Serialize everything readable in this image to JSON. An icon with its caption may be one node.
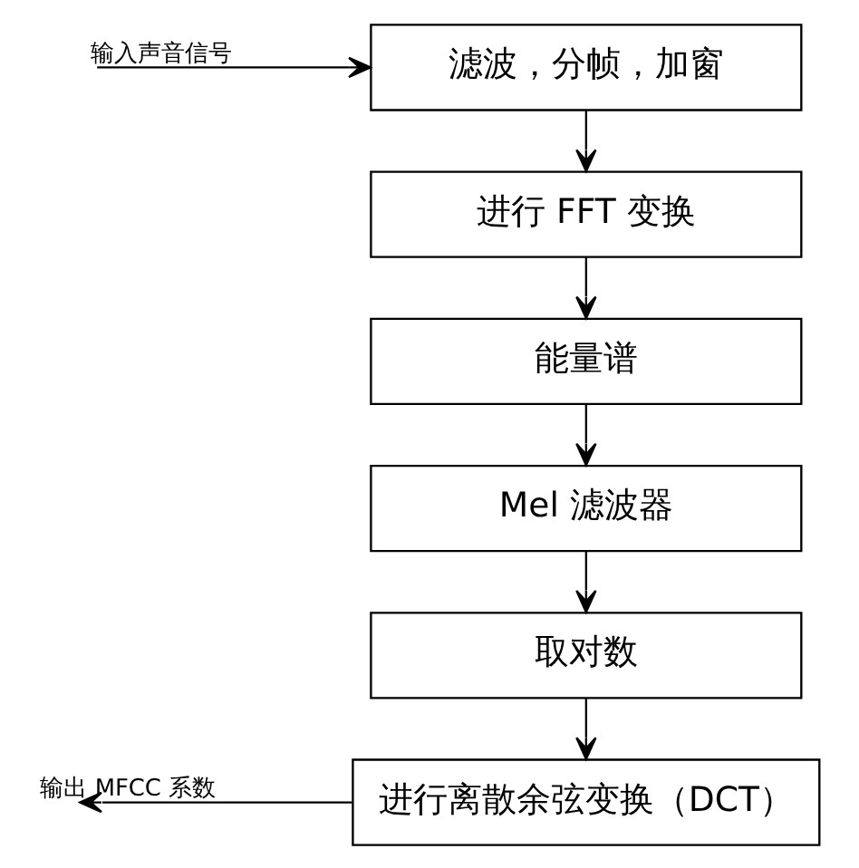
{
  "diagram": {
    "nodes": [
      {
        "text": [
          "滤波，分帧，加窗"
        ]
      },
      {
        "text": [
          "进行 FFT 变换"
        ]
      },
      {
        "text": [
          "能量谱"
        ]
      },
      {
        "text": [
          "Mel 滤波器"
        ]
      },
      {
        "text": [
          "取对数"
        ]
      },
      {
        "text": [
          "进行离散余弦变换（DCT）"
        ]
      }
    ],
    "edges": [
      {
        "from": null,
        "to": 0,
        "arrow": "to",
        "label": "输入声音信号"
      },
      {
        "from": 0,
        "to": 1,
        "arrow": "to"
      },
      {
        "from": 1,
        "to": 2,
        "arrow": "to"
      },
      {
        "from": 2,
        "to": 3,
        "arrow": "to"
      },
      {
        "from": 3,
        "to": 4,
        "arrow": "to"
      },
      {
        "from": 4,
        "to": 5,
        "arrow": "to"
      },
      {
        "from": 5,
        "to": null,
        "arrow": "to",
        "label": "输出 MFCC 系数"
      }
    ]
  }
}
